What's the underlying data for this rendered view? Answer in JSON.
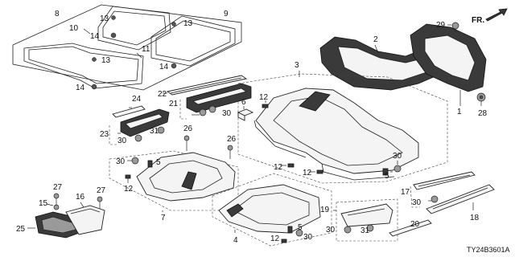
{
  "diagram": {
    "diagram_code": "TY24B3601A",
    "direction_label": "FR.",
    "callouts": [
      "1",
      "2",
      "3",
      "4",
      "5",
      "6",
      "7",
      "8",
      "9",
      "10",
      "11",
      "12",
      "13",
      "14",
      "15",
      "16",
      "17",
      "18",
      "19",
      "20",
      "21",
      "22",
      "23",
      "24",
      "25",
      "26",
      "27",
      "28",
      "29",
      "30",
      "31"
    ]
  }
}
